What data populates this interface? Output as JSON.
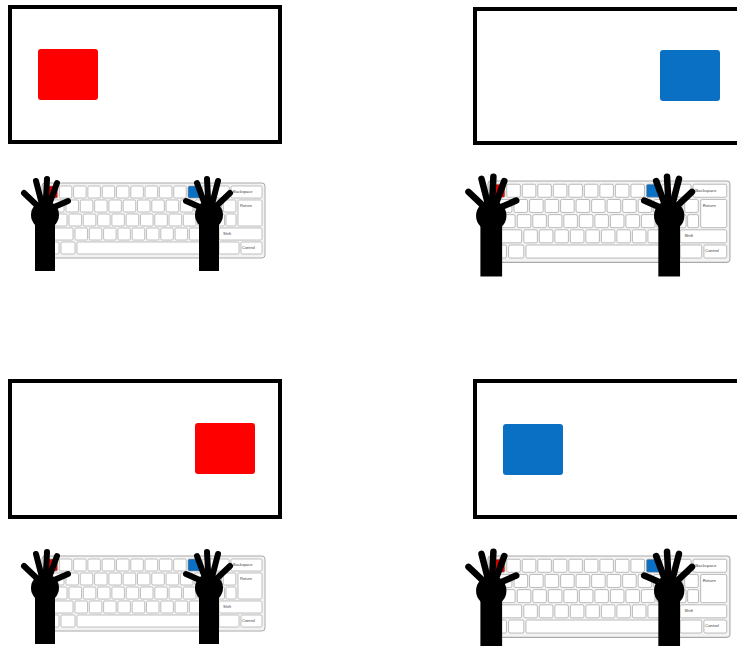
{
  "diagram": {
    "labels": [
      "Backspace",
      "Return",
      "Shift",
      "Control",
      "Backspace",
      "Return",
      "Shift",
      "Control",
      "Backspace",
      "Return",
      "Shift",
      "Control",
      "Backspace",
      "Return",
      "Shift",
      "Control"
    ]
  }
}
